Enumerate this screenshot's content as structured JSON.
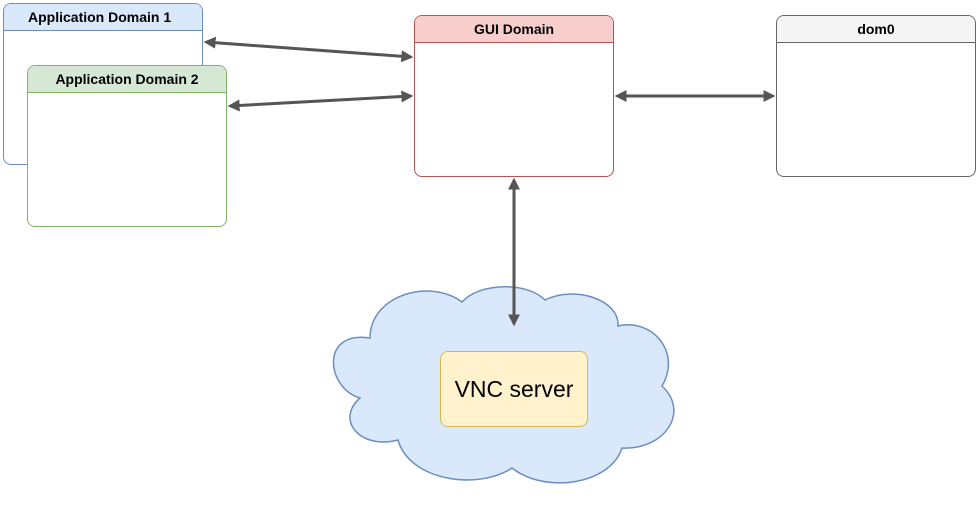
{
  "nodes": {
    "app_domain_1": {
      "label": "Application Domain 1"
    },
    "app_domain_2": {
      "label": "Application Domain 2"
    },
    "gui_domain": {
      "label": "GUI Domain"
    },
    "dom0": {
      "label": "dom0"
    },
    "vnc_server": {
      "label": "VNC server"
    }
  },
  "edges": [
    {
      "from": "app_domain_1",
      "to": "gui_domain",
      "direction": "bidirectional"
    },
    {
      "from": "app_domain_2",
      "to": "gui_domain",
      "direction": "bidirectional"
    },
    {
      "from": "gui_domain",
      "to": "dom0",
      "direction": "bidirectional"
    },
    {
      "from": "gui_domain",
      "to": "vnc_server",
      "direction": "bidirectional"
    }
  ],
  "colors": {
    "app1_fill": "#dae8fc",
    "app1_stroke": "#6c8ebf",
    "app2_fill": "#d5e8d4",
    "app2_stroke": "#82b366",
    "gui_fill": "#f8cecc",
    "gui_stroke": "#b85450",
    "dom0_fill": "#f5f5f5",
    "dom0_stroke": "#666666",
    "cloud_fill": "#dae8fc",
    "cloud_stroke": "#6c8ebf",
    "vnc_fill": "#fff2cc",
    "vnc_stroke": "#d6b656",
    "arrow": "#555555"
  }
}
